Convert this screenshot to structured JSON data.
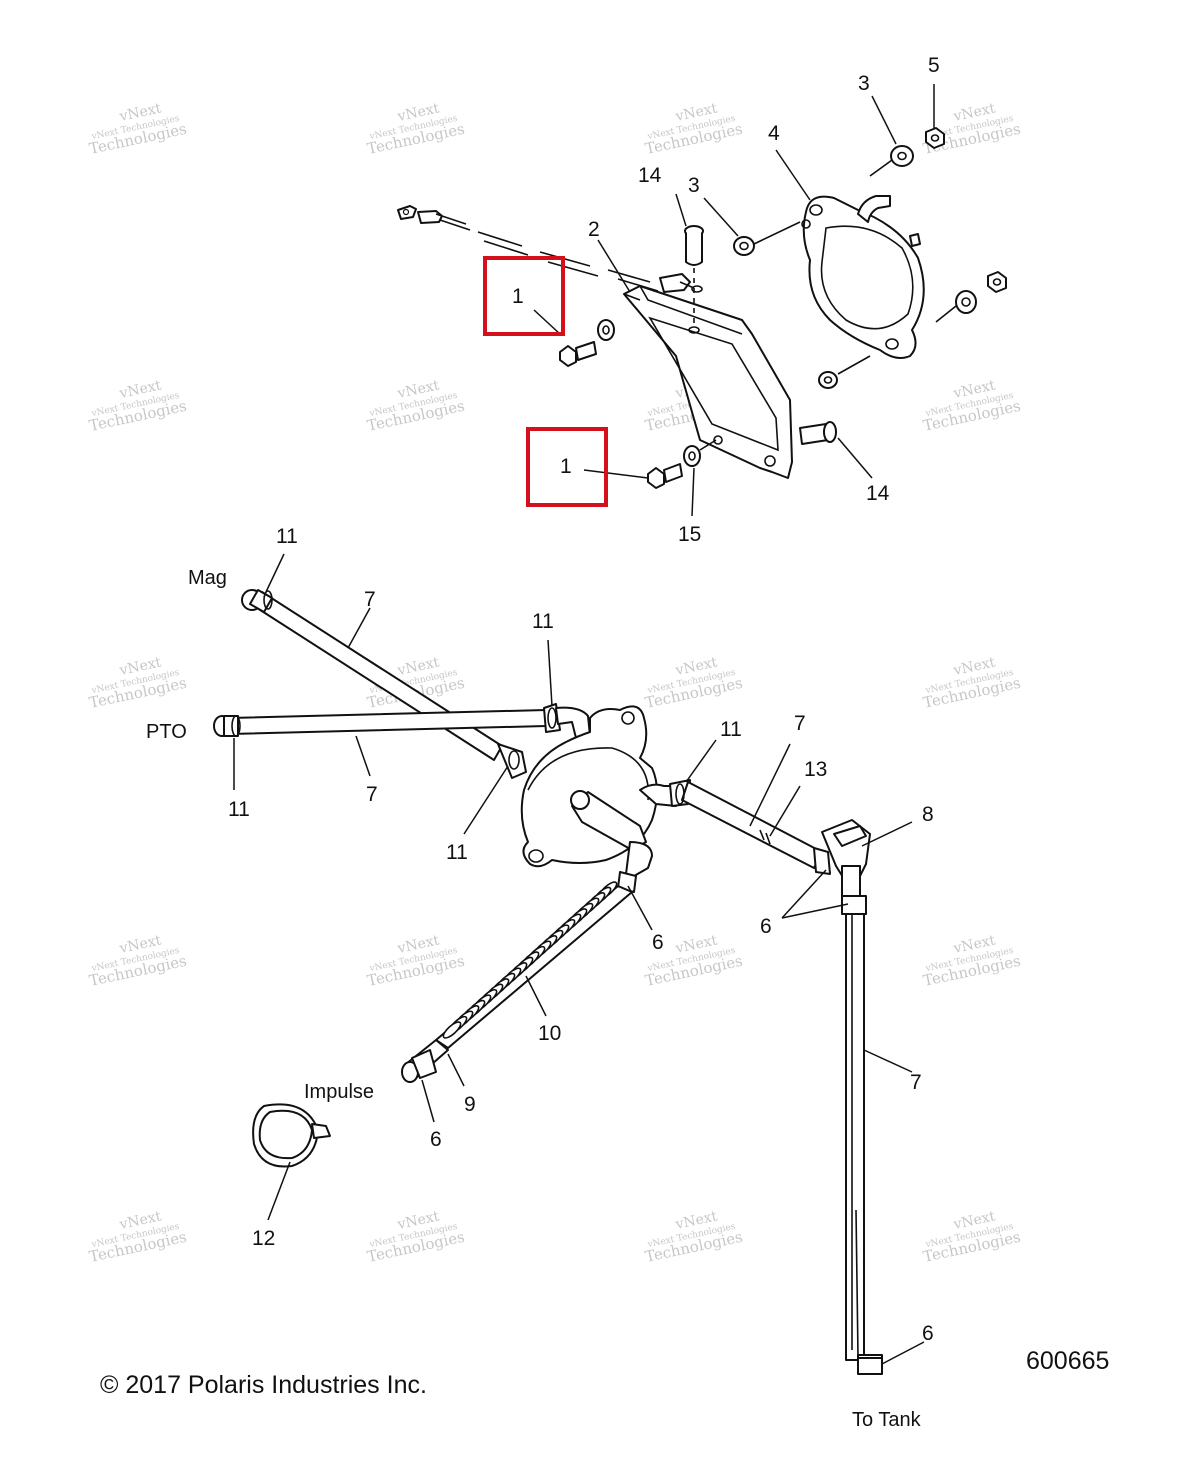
{
  "diagram": {
    "callouts": [
      {
        "id": "c1a",
        "label": "1"
      },
      {
        "id": "c1b",
        "label": "1"
      },
      {
        "id": "c2",
        "label": "2"
      },
      {
        "id": "c3a",
        "label": "3"
      },
      {
        "id": "c3b",
        "label": "3"
      },
      {
        "id": "c4",
        "label": "4"
      },
      {
        "id": "c5",
        "label": "5"
      },
      {
        "id": "c14a",
        "label": "14"
      },
      {
        "id": "c14b",
        "label": "14"
      },
      {
        "id": "c15",
        "label": "15"
      },
      {
        "id": "c11a",
        "label": "11"
      },
      {
        "id": "c11b",
        "label": "11"
      },
      {
        "id": "c11c",
        "label": "11"
      },
      {
        "id": "c11d",
        "label": "11"
      },
      {
        "id": "c11e",
        "label": "11"
      },
      {
        "id": "c7a",
        "label": "7"
      },
      {
        "id": "c7b",
        "label": "7"
      },
      {
        "id": "c7c",
        "label": "7"
      },
      {
        "id": "c7d",
        "label": "7"
      },
      {
        "id": "c13",
        "label": "13"
      },
      {
        "id": "c8",
        "label": "8"
      },
      {
        "id": "c6a",
        "label": "6"
      },
      {
        "id": "c6b",
        "label": "6"
      },
      {
        "id": "c6c",
        "label": "6"
      },
      {
        "id": "c6d",
        "label": "6"
      },
      {
        "id": "c10",
        "label": "10"
      },
      {
        "id": "c9",
        "label": "9"
      },
      {
        "id": "c12",
        "label": "12"
      }
    ],
    "tags": {
      "mag": "Mag",
      "pto": "PTO",
      "impulse": "Impulse",
      "to_tank": "To Tank"
    },
    "highlighted_callout": "1",
    "highlight_color": "#d4101c",
    "line_color": "#111111"
  },
  "watermark": {
    "line1": "vNext Technologies",
    "line2": "Technologies",
    "line3": "vNext",
    "color": "#c7c7c7"
  },
  "footer": {
    "copyright": "© 2017 Polaris Industries Inc.",
    "figure_number": "600665"
  }
}
